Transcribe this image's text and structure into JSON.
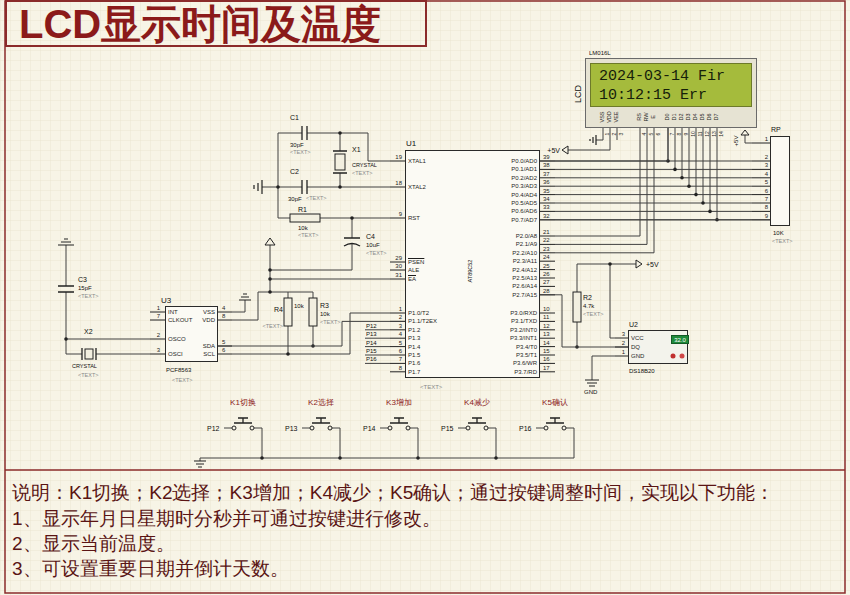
{
  "diagram": {
    "title": "LCD显示时间及温度",
    "nodes": [
      {
        "text": [
          "LCD显示时间及温度"
        ]
      },
      {
        "text": [
          "LM016L",
          "LCD",
          "2024-03-14 Fir",
          "10:12:15 Err"
        ]
      },
      {
        "text": [
          "RP",
          "10K"
        ]
      },
      {
        "text": [
          "U1",
          "AT89C52"
        ]
      },
      {
        "text": [
          "U3",
          "PCF8563"
        ]
      },
      {
        "text": [
          "U2",
          "DS18B20"
        ]
      },
      {
        "text": [
          "32.0"
        ],
        "in": 5
      }
    ],
    "edges": [
      {
        "from": 1,
        "to": 3,
        "arrow": "none"
      },
      {
        "from": 2,
        "to": 3,
        "arrow": "none"
      },
      {
        "from": 4,
        "to": 3,
        "arrow": "none"
      },
      {
        "from": 5,
        "to": 3,
        "arrow": "none"
      }
    ],
    "labels": [
      "VSS",
      "VDD",
      "VEE",
      "RS",
      "RW",
      "E",
      "D0",
      "D1",
      "D2",
      "D3",
      "D4",
      "D5",
      "D6",
      "D7",
      "1",
      "2",
      "3",
      "4",
      "5",
      "6",
      "7",
      "8",
      "9",
      "10",
      "11",
      "12",
      "13",
      "14",
      "+5V",
      "C1",
      "30pF",
      "<TEXT>",
      "X1",
      "CRYSTAL",
      "<TEXT>",
      "C2",
      "30pF",
      "<TEXT>",
      "R1",
      "10k",
      "<TEXT>",
      "C4",
      "10uF",
      "<TEXT>",
      "19",
      "18",
      "9",
      "29",
      "30",
      "31",
      "1",
      "2",
      "3",
      "4",
      "5",
      "6",
      "7",
      "8",
      "XTAL1",
      "XTAL2",
      "RST",
      "PSEN",
      "ALE",
      "EA",
      "P1.0/T2",
      "P1.1/T2EX",
      "P1.2",
      "P1.3",
      "P1.4",
      "P1.5",
      "P1.6",
      "P1.7",
      "P0.0/AD0",
      "P0.1/AD1",
      "P0.2/AD2",
      "P0.3/AD3",
      "P0.4/AD4",
      "P0.5/AD5",
      "P0.6/AD6",
      "P0.7/AD7",
      "P2.0/A8",
      "P2.1/A9",
      "P2.2/A10",
      "P2.3/A11",
      "P2.4/A12",
      "P2.5/A13",
      "P2.6/A14",
      "P2.7/A15",
      "P3.0/RXD",
      "P3.1/TXD",
      "P3.2/INT0",
      "P3.3/INT1",
      "P3.4/T0",
      "P3.5/T1",
      "P3.6/WR",
      "P3.7/RD",
      "39",
      "38",
      "37",
      "36",
      "35",
      "34",
      "33",
      "32",
      "21",
      "22",
      "23",
      "24",
      "25",
      "26",
      "27",
      "28",
      "10",
      "11",
      "12",
      "13",
      "14",
      "15",
      "16",
      "17",
      "<TEXT>",
      "R2",
      "4.7k",
      "<TEXT>",
      "+5V",
      "GND",
      "3",
      "2",
      "1",
      "VCC",
      "DQ",
      "GND",
      "1",
      "2",
      "3",
      "4",
      "5",
      "6",
      "7",
      "8",
      "9",
      "+5V",
      "<TEXT>",
      "R4",
      "10k",
      "<TEXT>",
      "R3",
      "10k",
      "<TEXT>",
      "1",
      "7",
      "2",
      "3",
      "4",
      "8",
      "5",
      "6",
      "INT",
      "CLKOUT",
      "OSCO",
      "OSCI",
      "VSS",
      "VDD",
      "SDA",
      "SCL",
      "<TEXT>",
      "C3",
      "15pF",
      "<TEXT>",
      "X2",
      "CRYSTAL",
      "<TEXT>",
      "P12",
      "P13",
      "P14",
      "P15",
      "P16",
      "K1切换",
      "P12",
      "K2选择",
      "P13",
      "K3增加",
      "P14",
      "K4减少",
      "P15",
      "K5确认",
      "P16",
      "说明：K1切换；K2选择；K3增加；K4减少；K5确认；通过按键调整时间，实现以下功能：",
      "1、显示年月日星期时分秒并可通过按键进行修改。",
      "2、显示当前温度。",
      "3、可设置重要日期并倒计天数。"
    ]
  }
}
